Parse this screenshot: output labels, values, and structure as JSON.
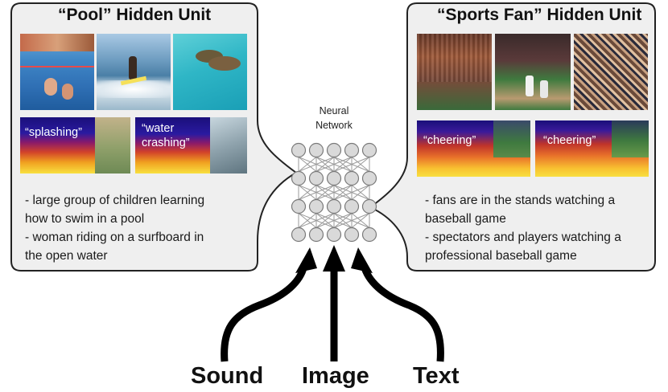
{
  "left_panel": {
    "title": "“Pool” Hidden Unit",
    "spectrograms": [
      {
        "caption": "“splashing”"
      },
      {
        "caption_line1": "“water",
        "caption_line2": "crashing”"
      }
    ],
    "descriptions": [
      {
        "line1": "- large group of children learning",
        "line2": "how to swim in a pool"
      },
      {
        "line1": "- woman riding on a surfboard in",
        "line2": "the open water"
      }
    ]
  },
  "right_panel": {
    "title": "“Sports Fan” Hidden Unit",
    "spectrograms": [
      {
        "caption": "“cheering”"
      },
      {
        "caption": "“cheering”"
      }
    ],
    "descriptions": [
      {
        "line1": "- fans are in the stands watching a",
        "line2": "baseball game"
      },
      {
        "line1": "- spectators and players watching a",
        "line2": "professional baseball game"
      }
    ]
  },
  "network": {
    "label_line1": "Neural",
    "label_line2": "Network"
  },
  "inputs": {
    "sound": "Sound",
    "image": "Image",
    "text": "Text"
  }
}
